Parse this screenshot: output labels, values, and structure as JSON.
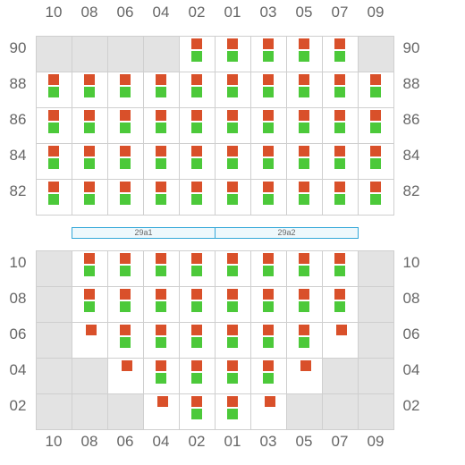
{
  "columns": [
    "10",
    "08",
    "06",
    "04",
    "02",
    "01",
    "03",
    "05",
    "07",
    "09"
  ],
  "colors": {
    "red": "#d9502a",
    "green": "#4cc93a",
    "unavailable": "#e3e3e3",
    "band_border": "#35a8d8"
  },
  "bands": [
    {
      "label": "29a1",
      "from_col": 1,
      "to_col": 4
    },
    {
      "label": "29a2",
      "from_col": 5,
      "to_col": 8
    }
  ],
  "upper_block": {
    "rows": [
      {
        "label": "90",
        "cells": [
          "x",
          "x",
          "x",
          "x",
          "rg",
          "rg",
          "rg",
          "rg",
          "rg",
          "x"
        ]
      },
      {
        "label": "88",
        "cells": [
          "rg",
          "rg",
          "rg",
          "rg",
          "rg",
          "rg",
          "rg",
          "rg",
          "rg",
          "rg"
        ]
      },
      {
        "label": "86",
        "cells": [
          "rg",
          "rg",
          "rg",
          "rg",
          "rg",
          "rg",
          "rg",
          "rg",
          "rg",
          "rg"
        ]
      },
      {
        "label": "84",
        "cells": [
          "rg",
          "rg",
          "rg",
          "rg",
          "rg",
          "rg",
          "rg",
          "rg",
          "rg",
          "rg"
        ]
      },
      {
        "label": "82",
        "cells": [
          "rg",
          "rg",
          "rg",
          "rg",
          "rg",
          "rg",
          "rg",
          "rg",
          "rg",
          "rg"
        ]
      }
    ]
  },
  "lower_block": {
    "rows": [
      {
        "label": "10",
        "cells": [
          "x",
          "rg",
          "rg",
          "rg",
          "rg",
          "rg",
          "rg",
          "rg",
          "rg",
          "x"
        ]
      },
      {
        "label": "08",
        "cells": [
          "x",
          "rg",
          "rg",
          "rg",
          "rg",
          "rg",
          "rg",
          "rg",
          "rg",
          "x"
        ]
      },
      {
        "label": "06",
        "cells": [
          "x",
          "r",
          "rg",
          "rg",
          "rg",
          "rg",
          "rg",
          "rg",
          "r",
          "x"
        ]
      },
      {
        "label": "04",
        "cells": [
          "x",
          "x",
          "r",
          "rg",
          "rg",
          "rg",
          "rg",
          "r",
          "x",
          "x"
        ]
      },
      {
        "label": "02",
        "cells": [
          "x",
          "x",
          "x",
          "r",
          "rg",
          "rg",
          "r",
          "x",
          "x",
          "x"
        ]
      }
    ]
  }
}
